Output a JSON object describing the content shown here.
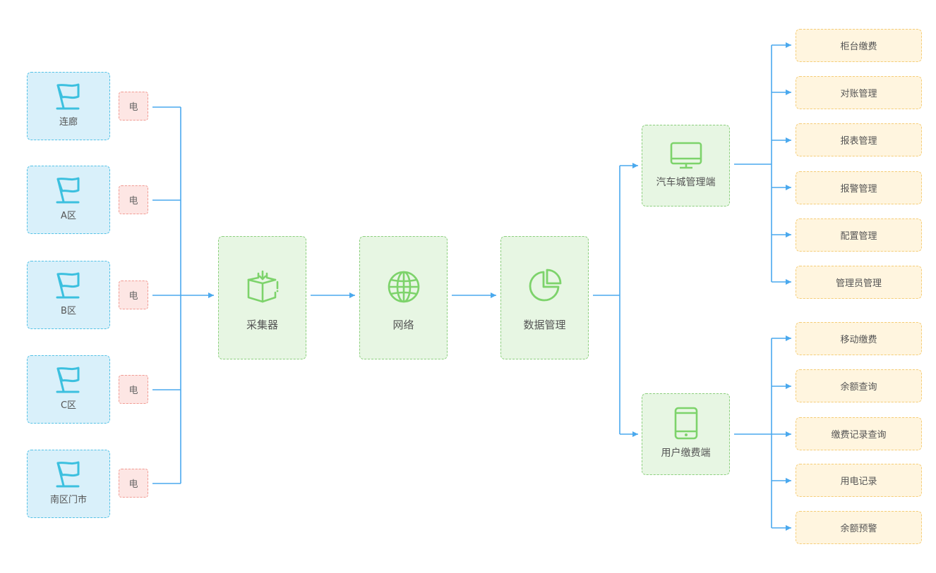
{
  "diagram": {
    "zones": [
      {
        "label": "连廊",
        "icon": "flag-icon"
      },
      {
        "label": "A区",
        "icon": "flag-icon"
      },
      {
        "label": "B区",
        "icon": "flag-icon"
      },
      {
        "label": "C区",
        "icon": "flag-icon"
      },
      {
        "label": "南区门市",
        "icon": "flag-icon"
      }
    ],
    "meter_label": "电",
    "pipeline": [
      {
        "label": "采集器",
        "icon": "collector-box-icon"
      },
      {
        "label": "网络",
        "icon": "globe-icon"
      },
      {
        "label": "数据管理",
        "icon": "pie-chart-icon"
      }
    ],
    "clients": [
      {
        "label": "汽车城管理端",
        "icon": "monitor-icon",
        "functions": [
          "柜台缴费",
          "对账管理",
          "报表管理",
          "报警管理",
          "配置管理",
          "管理员管理"
        ]
      },
      {
        "label": "用户缴费端",
        "icon": "tablet-icon",
        "functions": [
          "移动缴费",
          "余额查询",
          "缴费记录查询",
          "用电记录",
          "余额预警"
        ]
      }
    ],
    "colors": {
      "line": "#4aa9ee",
      "zone_fill": "#d9f0fa",
      "meter_fill": "#fde6e4",
      "green_fill": "#e7f6e3",
      "green_icon": "#7dd36b",
      "function_fill": "#fff5df"
    }
  }
}
